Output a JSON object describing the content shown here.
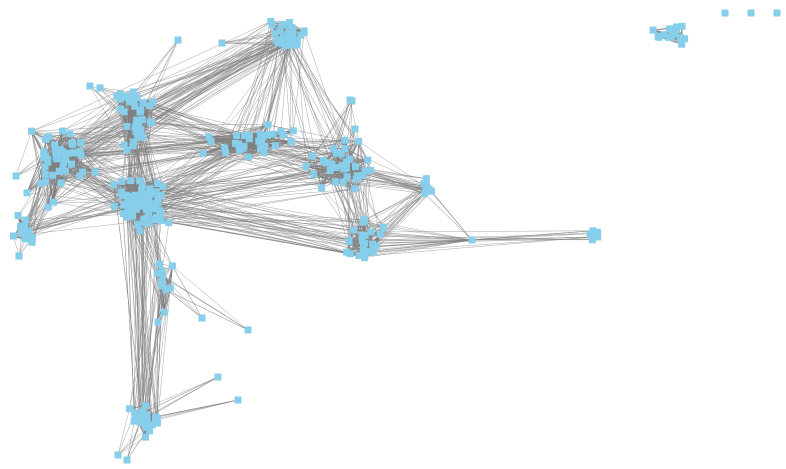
{
  "diagram": {
    "type": "network-graph",
    "background_color": "#ffffff",
    "node_color": "#87ceeb",
    "edge_color": "#808080",
    "node_shape": "square",
    "labels_shown": false,
    "components": [
      {
        "id": "main-cluster",
        "description_type": "large connected component"
      },
      {
        "id": "top-right-cluster",
        "description_type": "small separate component"
      },
      {
        "id": "isolated-nodes",
        "count": 3
      }
    ]
  }
}
